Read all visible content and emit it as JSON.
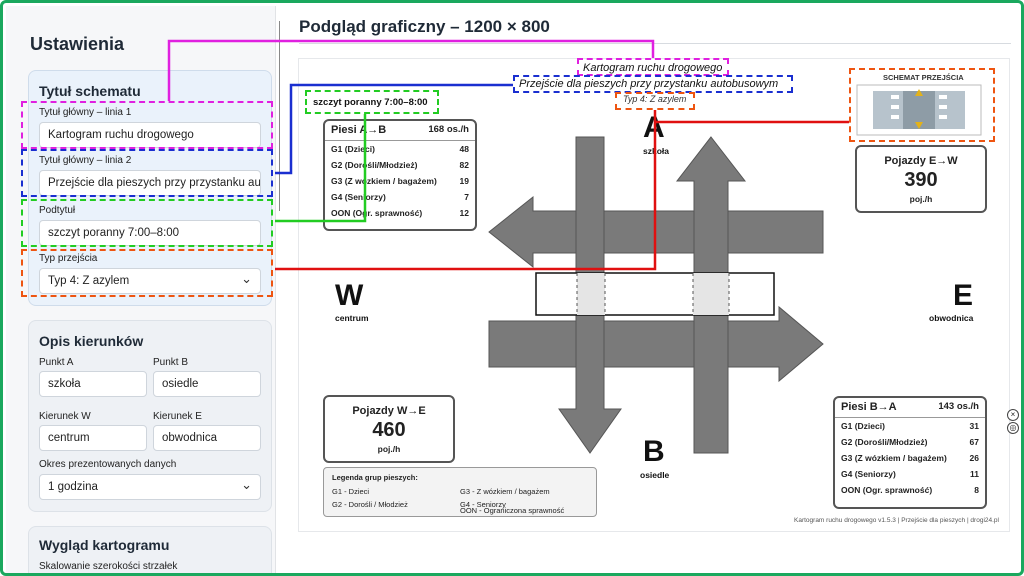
{
  "settings": {
    "title": "Ustawienia",
    "schema_card": {
      "title": "Tytuł schematu",
      "line1_label": "Tytuł główny – linia 1",
      "line1_value": "Kartogram ruchu drogowego",
      "line2_label": "Tytuł główny – linia 2",
      "line2_value": "Przejście dla pieszych przy przystanku autobusowym",
      "subtitle_label": "Podtytuł",
      "subtitle_value": "szczyt poranny 7:00–8:00",
      "type_label": "Typ przejścia",
      "type_value": "Typ 4: Z azylem"
    },
    "directions_card": {
      "title": "Opis kierunków",
      "point_a_label": "Punkt A",
      "point_a_value": "szkoła",
      "point_b_label": "Punkt B",
      "point_b_value": "osiedle",
      "dir_w_label": "Kierunek W",
      "dir_w_value": "centrum",
      "dir_e_label": "Kierunek E",
      "dir_e_value": "obwodnica",
      "period_label": "Okres prezentowanych danych",
      "period_value": "1 godzina"
    },
    "look_card": {
      "title": "Wygląd kartogramu",
      "partial_label": "Skalowanie szerokości strzałek"
    }
  },
  "preview": {
    "title": "Podgląd graficzny – 1200 × 800",
    "diagram_title1": "Kartogram ruchu drogowego",
    "diagram_title2": "Przejście dla pieszych przy przystanku autobusowym",
    "diagram_subtitle": "szczyt poranny 7:00–8:00",
    "diagram_type": "Typ 4: Z azylem",
    "crossing_schema_label": "SCHEMAT PRZEJŚCIA",
    "node_a": {
      "letter": "A",
      "name": "szkoła"
    },
    "node_b": {
      "letter": "B",
      "name": "osiedle"
    },
    "node_w": {
      "letter": "W",
      "name": "centrum"
    },
    "node_e": {
      "letter": "E",
      "name": "obwodnica"
    },
    "ped_ab": {
      "title": "Piesi A→B",
      "total": "168 os./h",
      "rows": [
        {
          "label": "G1 (Dzieci)",
          "value": "48"
        },
        {
          "label": "G2 (Dorośli/Młodzież)",
          "value": "82"
        },
        {
          "label": "G3 (Z wózkiem / bagażem)",
          "value": "19"
        },
        {
          "label": "G4 (Seniorzy)",
          "value": "7"
        },
        {
          "label": "OON (Ogr. sprawność)",
          "value": "12"
        }
      ]
    },
    "ped_ba": {
      "title": "Piesi B→A",
      "total": "143 os./h",
      "rows": [
        {
          "label": "G1 (Dzieci)",
          "value": "31"
        },
        {
          "label": "G2 (Dorośli/Młodzież)",
          "value": "67"
        },
        {
          "label": "G3 (Z wózkiem / bagażem)",
          "value": "26"
        },
        {
          "label": "G4 (Seniorzy)",
          "value": "11"
        },
        {
          "label": "OON (Ogr. sprawność)",
          "value": "8"
        }
      ]
    },
    "veh_ew": {
      "title": "Pojazdy E→W",
      "value": "390",
      "unit": "poj./h"
    },
    "veh_we": {
      "title": "Pojazdy W→E",
      "value": "460",
      "unit": "poj./h"
    },
    "legend": {
      "title": "Legenda grup pieszych:",
      "g1": "G1 - Dzieci",
      "g2": "G2 - Dorośli / Młodzież",
      "g3": "G3 - Z wózkiem / bagażem",
      "g4": "G4 - Seniorzy",
      "oon": "OON - Ograniczona sprawność"
    },
    "footer": "Kartogram ruchu drogowego v1.5.3 | Przejście dla pieszych | drogi24.pl"
  },
  "icons": {
    "side_close": "close-icon",
    "side_target": "target-icon"
  },
  "colors": {
    "magenta": "#e020e0",
    "blue": "#1a2fd0",
    "green": "#22cc22",
    "orange": "#ee5511",
    "red": "#e01010",
    "arrow_gray": "#7a7a7a",
    "frame_green": "#1aa85e"
  }
}
